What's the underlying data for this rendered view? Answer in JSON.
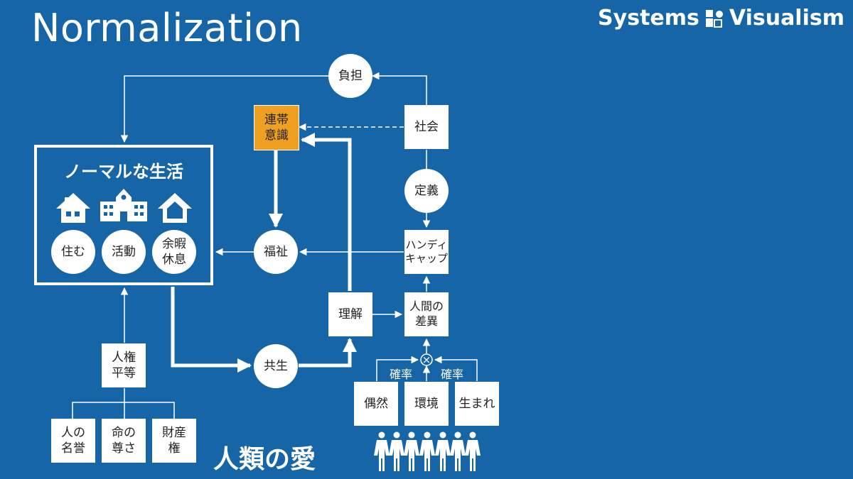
{
  "header": {
    "title": "Normalization"
  },
  "brand": {
    "left": "Systems",
    "right": "Visualism",
    "icon": "systems-visualism-logo-icon"
  },
  "colors": {
    "background": "#1565a7",
    "node": "#ffffff",
    "highlight": "#f0a020",
    "line": "#ffffff"
  },
  "normal_life": {
    "title": "ノーマルな生活",
    "icons": [
      "house-icon",
      "school-icon",
      "home-icon"
    ],
    "activities": [
      "住む",
      "活動",
      "余暇\n休息"
    ]
  },
  "nodes": {
    "burden": "負担",
    "solidarity": "連帯\n意識",
    "society": "社会",
    "definition": "定義",
    "handicap": "ハンディ\nキャップ",
    "welfare": "福祉",
    "understanding": "理解",
    "human_difference": "人間の\n差異",
    "coexistence": "共生",
    "human_rights": "人権\n平等",
    "honor": "人の\n名誉",
    "life_dignity": "命の\n尊さ",
    "property": "財産\n権",
    "chance": "偶然",
    "environment": "環境",
    "birth": "生まれ"
  },
  "labels": {
    "probability_left": "確率",
    "probability_right": "確率",
    "multiply": "×",
    "love": "人類の愛"
  },
  "people_icon": "people-group-icon"
}
